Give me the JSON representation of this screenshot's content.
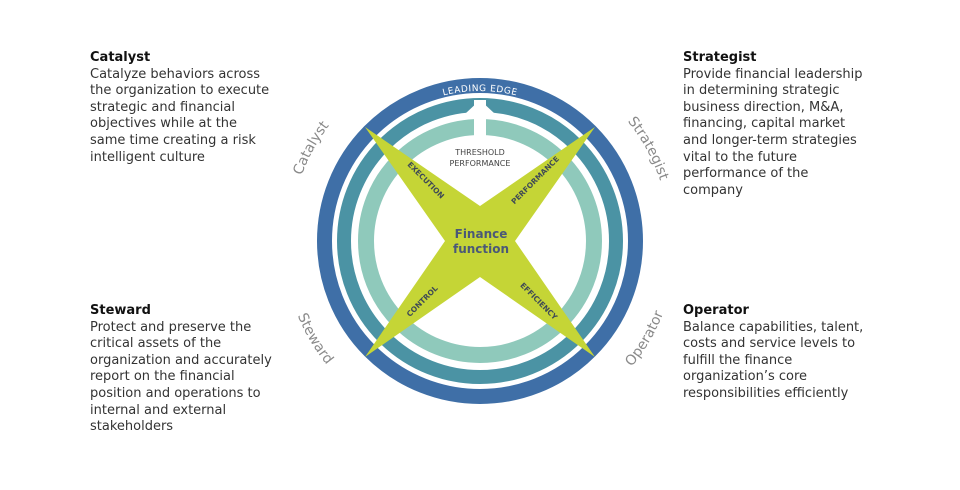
{
  "roles": {
    "catalyst": {
      "title": "Catalyst",
      "lines": [
        "Catalyze behaviors across",
        "the organization to execute",
        "strategic and financial",
        "objectives while at the",
        "same time creating a risk",
        "intelligent culture"
      ]
    },
    "strategist": {
      "title": "Strategist",
      "lines": [
        "Provide financial leadership",
        "in determining strategic",
        "business direction, M&A,",
        "financing, capital market",
        "and longer-term strategies",
        "vital to the future",
        "performance of the",
        "company"
      ]
    },
    "steward": {
      "title": "Steward",
      "lines": [
        "Protect and preserve the",
        "critical assets of the",
        "organization and accurately",
        "report on the financial",
        "position and operations to",
        "internal and external",
        "stakeholders"
      ]
    },
    "operator": {
      "title": "Operator",
      "lines": [
        "Balance capabilities, talent,",
        "costs and service levels to",
        "fulfill the finance",
        "organization’s  core",
        "responsibilities efficiently"
      ]
    }
  },
  "diagram": {
    "outer_labels": {
      "catalyst": "Catalyst",
      "strategist": "Strategist",
      "steward": "Steward",
      "operator": "Operator"
    },
    "leading_edge": "LEADING EDGE",
    "threshold": [
      "THRESHOLD",
      "PERFORMANCE"
    ],
    "center": [
      "Finance",
      "function"
    ],
    "arms": {
      "execution": "EXECUTION",
      "performance": "PERFORMANCE",
      "control": "CONTROL",
      "efficiency": "EFFICIENCY"
    },
    "colors": {
      "outer_ring": "#3f6fa7",
      "middle_ring": "#4b93a4",
      "inner_ring": "#8fc9bb",
      "star": "#c5d536",
      "label_gray": "#8a8a8a"
    }
  }
}
